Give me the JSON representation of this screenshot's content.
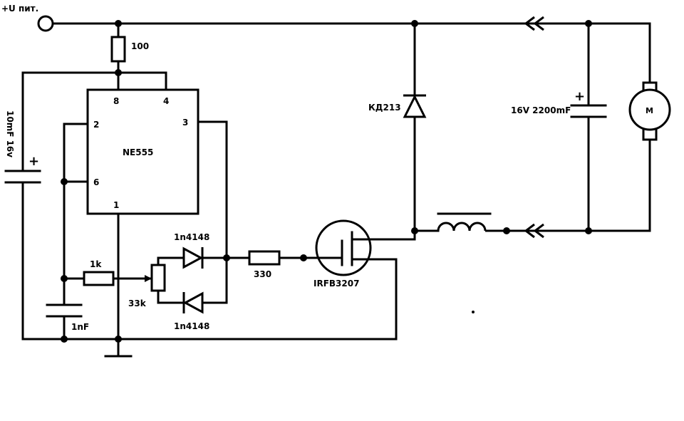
{
  "supply": {
    "label": "+U пит."
  },
  "ic": {
    "name": "NE555",
    "pins": {
      "p8": "8",
      "p4": "4",
      "p3": "3",
      "p2": "2",
      "p6": "6",
      "p1": "1"
    }
  },
  "resistors": {
    "r_top": "100",
    "r_timing": "1k",
    "r_gate": "330",
    "pot": "33k"
  },
  "capacitors": {
    "c_supply": "10mF 16v",
    "c_timing": "1nF",
    "c_output": "16V 2200mF"
  },
  "diodes": {
    "d_upper": "1n4148",
    "d_lower": "1n4148",
    "d_free": "КД213"
  },
  "transistor": {
    "name": "IRFB3207"
  },
  "motor": {
    "label": "M"
  },
  "polarity": {
    "plus_left": "+",
    "plus_right": "+"
  }
}
